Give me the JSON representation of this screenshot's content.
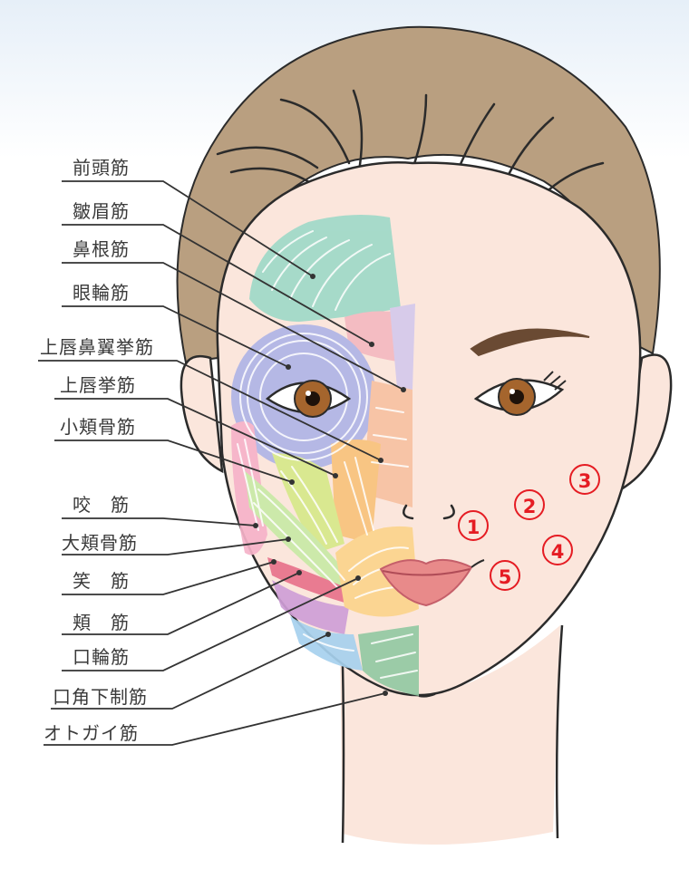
{
  "labels": [
    "前頭筋",
    "皺眉筋",
    "鼻根筋",
    "眼輪筋",
    "上唇鼻翼挙筋",
    "上唇挙筋",
    "小頬骨筋",
    "咬　筋",
    "大頬骨筋",
    "笑　筋",
    "頬　筋",
    "口輪筋",
    "口角下制筋",
    "オトガイ筋"
  ],
  "markers": [
    "1",
    "2",
    "3",
    "4",
    "5"
  ],
  "colors": {
    "hair": "#b99f80",
    "skin": "#fbe6dc",
    "outline": "#2b2b2b",
    "iris": "#a5652d",
    "lips": "#e88a8a",
    "marker": "#e51c23",
    "leader_line": "#333333"
  }
}
